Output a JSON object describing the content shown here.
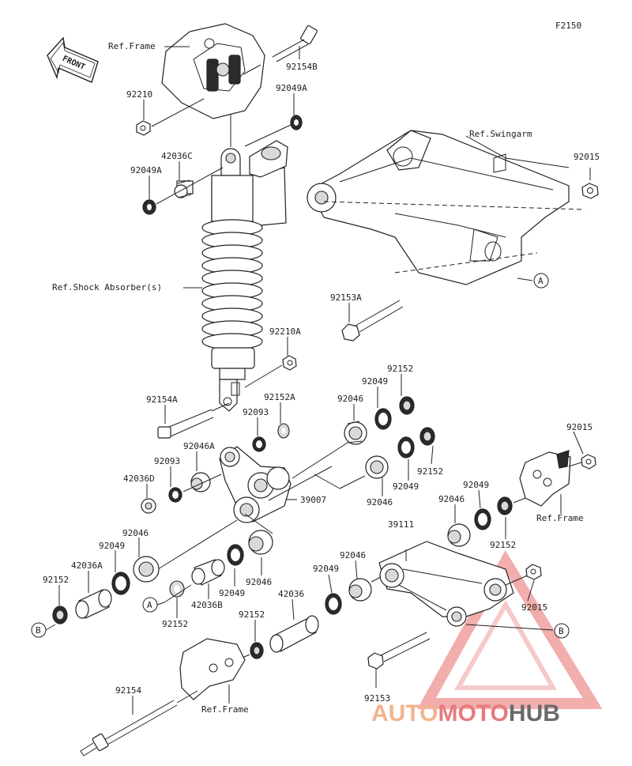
{
  "figure_code": "F2150",
  "front_label": "FRONT",
  "refs": {
    "frame_top": "Ref.Frame",
    "swingarm": "Ref.Swingarm",
    "shock": "Ref.Shock Absorber(s)",
    "frame_right": "Ref.Frame",
    "frame_bottom": "Ref.Frame"
  },
  "callouts": {
    "a": "A",
    "b": "B"
  },
  "parts": {
    "p92154B": "92154B",
    "p92210": "92210",
    "p92049A_top": "92049A",
    "p42036C": "42036C",
    "p92049A_left": "92049A",
    "p92015_top": "92015",
    "p92153A": "92153A",
    "p92210A": "92210A",
    "p92154A": "92154A",
    "p92152A": "92152A",
    "p92093_top": "92093",
    "p92046_mid": "92046",
    "p92049_mid": "92049",
    "p92152_mid": "92152",
    "p92046A": "92046A",
    "p92093_left": "92093",
    "p42036D": "42036D",
    "p92152_r2": "92152",
    "p92049_r2": "92049",
    "p92046_r2": "92046",
    "p39007": "39007",
    "p92015_right": "92015",
    "p92049_right": "92049",
    "p92046_right": "92046",
    "p92152_right": "92152",
    "p39111": "39111",
    "p92046_left": "92046",
    "p92049_left": "92049",
    "p42036A": "42036A",
    "p92152_left": "92152",
    "p42036B": "42036B",
    "p92152_cen": "92152",
    "p92049_cen": "92049",
    "p92046_cen": "92046",
    "p92049_low": "92049",
    "p92046_low": "92046",
    "p42036": "42036",
    "p92152_low": "92152",
    "p92015_low": "92015",
    "p92154": "92154",
    "p92153": "92153"
  },
  "watermark": {
    "part1": "AUTO",
    "part2": "MOTO",
    "part3": "HUB",
    "color1": "#f0b48c",
    "color2": "#e77b7b",
    "color3": "#6a6a6a"
  }
}
